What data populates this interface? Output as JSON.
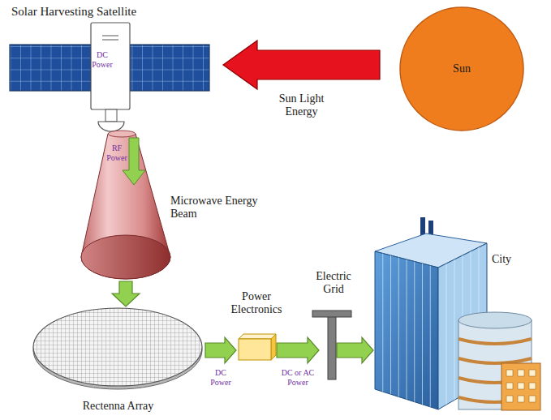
{
  "diagram": {
    "nodes": [
      {
        "text": [
          "Solar Harvesting Satellite",
          "DC Power"
        ]
      },
      {
        "text": [
          "Sun"
        ]
      },
      {
        "text": [
          "RF Power",
          "Microwave Energy Beam"
        ]
      },
      {
        "text": [
          "Rectenna Array"
        ]
      },
      {
        "text": [
          "Power Electronics"
        ]
      },
      {
        "text": [
          "Electric Grid"
        ]
      },
      {
        "text": [
          "City"
        ]
      }
    ],
    "edges": [
      {
        "from": 1,
        "to": 0,
        "arrow": "to",
        "label": "Sun Light Energy"
      },
      {
        "from": 2,
        "to": 3,
        "arrow": "to"
      },
      {
        "from": 3,
        "to": 4,
        "arrow": "to",
        "label": "DC Power"
      },
      {
        "from": 4,
        "to": 5,
        "arrow": "to",
        "label": "DC or AC Power"
      },
      {
        "from": 5,
        "to": 6,
        "arrow": "to"
      }
    ]
  }
}
